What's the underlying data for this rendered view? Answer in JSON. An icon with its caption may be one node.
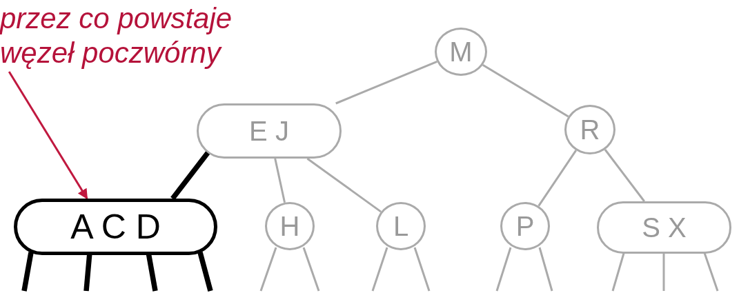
{
  "diagram": {
    "nodes": [
      {
        "text": [
          "przez co powstaje węzeł poczwórny"
        ]
      },
      {
        "text": [
          "M"
        ]
      },
      {
        "text": [
          "E J"
        ]
      },
      {
        "text": [
          "R"
        ]
      },
      {
        "text": [
          "A C D"
        ]
      },
      {
        "text": [
          "H"
        ]
      },
      {
        "text": [
          "L"
        ]
      },
      {
        "text": [
          "P"
        ]
      },
      {
        "text": [
          "S X"
        ]
      }
    ],
    "edges": [
      {
        "from": 0,
        "to": 4,
        "arrow": "to",
        "color": "#c0183f"
      },
      {
        "from": 1,
        "to": 2,
        "arrow": "none"
      },
      {
        "from": 1,
        "to": 3,
        "arrow": "none"
      },
      {
        "from": 2,
        "to": 4,
        "arrow": "none",
        "style": "thick",
        "color": "#000000"
      },
      {
        "from": 2,
        "to": 5,
        "arrow": "none"
      },
      {
        "from": 2,
        "to": 6,
        "arrow": "none"
      },
      {
        "from": 3,
        "to": 7,
        "arrow": "none"
      },
      {
        "from": 3,
        "to": 8,
        "arrow": "none"
      },
      {
        "from": 4,
        "to": null,
        "arrow": "none",
        "style": "thick",
        "color": "#000000"
      },
      {
        "from": 4,
        "to": null,
        "arrow": "none",
        "style": "thick",
        "color": "#000000"
      },
      {
        "from": 4,
        "to": null,
        "arrow": "none",
        "style": "thick",
        "color": "#000000"
      },
      {
        "from": 4,
        "to": null,
        "arrow": "none",
        "style": "thick",
        "color": "#000000"
      },
      {
        "from": 5,
        "to": null,
        "arrow": "none"
      },
      {
        "from": 5,
        "to": null,
        "arrow": "none"
      },
      {
        "from": 6,
        "to": null,
        "arrow": "none"
      },
      {
        "from": 6,
        "to": null,
        "arrow": "none"
      },
      {
        "from": 7,
        "to": null,
        "arrow": "none"
      },
      {
        "from": 7,
        "to": null,
        "arrow": "none"
      },
      {
        "from": 8,
        "to": null,
        "arrow": "none"
      },
      {
        "from": 8,
        "to": null,
        "arrow": "none"
      },
      {
        "from": 8,
        "to": null,
        "arrow": "none"
      }
    ]
  }
}
